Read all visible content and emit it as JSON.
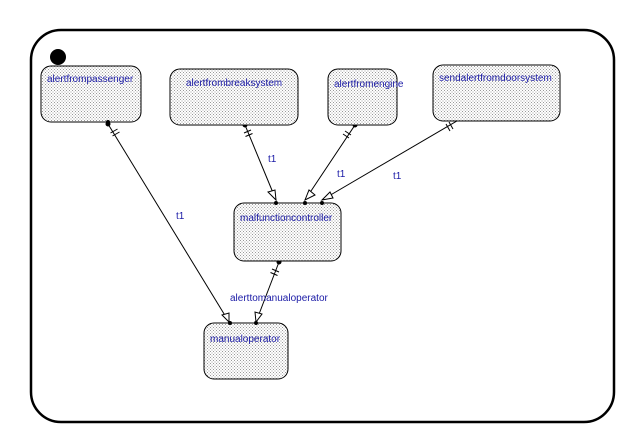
{
  "diagram": {
    "nodes": [
      {
        "id": "alertfrompassenger",
        "label": "alertfrompassenger"
      },
      {
        "id": "alertfrombreaksystem",
        "label": "alertfrombreaksystem"
      },
      {
        "id": "alertfromengine",
        "label": "alertfromengine"
      },
      {
        "id": "sendalertfromdoorsystem",
        "label": "sendalertfromdoorsystem"
      },
      {
        "id": "malfunctioncontroller",
        "label": "malfunctioncontroller"
      },
      {
        "id": "manualoperator",
        "label": "manualoperator"
      }
    ],
    "edges": [
      {
        "id": "e1",
        "from": "alertfrompassenger",
        "to": "manualoperator",
        "label": "t1"
      },
      {
        "id": "e2",
        "from": "alertfrombreaksystem",
        "to": "malfunctioncontroller",
        "label": "t1"
      },
      {
        "id": "e3",
        "from": "alertfromengine",
        "to": "malfunctioncontroller",
        "label": "t1"
      },
      {
        "id": "e4",
        "from": "sendalertfromdoorsystem",
        "to": "malfunctioncontroller",
        "label": "t1"
      },
      {
        "id": "e5",
        "from": "malfunctioncontroller",
        "to": "manualoperator",
        "label": "alerttomanualoperator"
      }
    ],
    "colors": {
      "line": "#000000",
      "text": "#1a1aa6",
      "fill_dot": "#b0b0b0"
    }
  }
}
